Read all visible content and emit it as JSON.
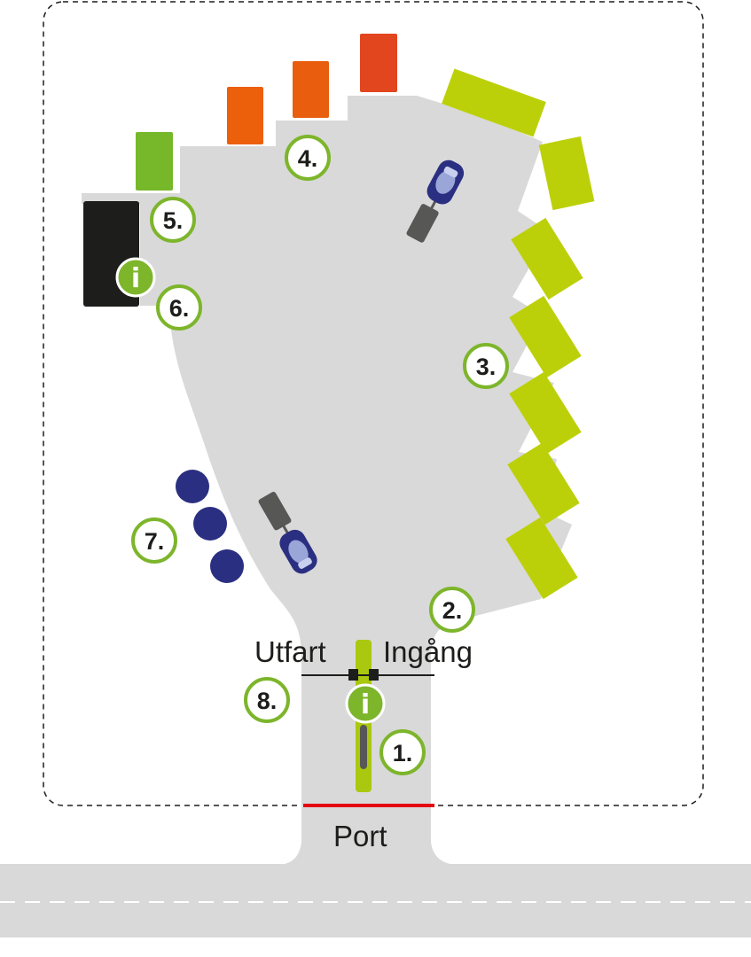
{
  "labels": {
    "exit": "Utfart",
    "entrance": "Ingång",
    "gate": "Port"
  },
  "markers": [
    {
      "id": "1",
      "label": "1."
    },
    {
      "id": "2",
      "label": "2."
    },
    {
      "id": "3",
      "label": "3."
    },
    {
      "id": "4",
      "label": "4."
    },
    {
      "id": "5",
      "label": "5."
    },
    {
      "id": "6",
      "label": "6."
    },
    {
      "id": "7",
      "label": "7."
    },
    {
      "id": "8",
      "label": "8."
    }
  ],
  "info_icons": [
    {
      "id": "building",
      "glyph": "i"
    },
    {
      "id": "gate",
      "glyph": "i"
    }
  ],
  "colors": {
    "ground": "#d9d9d9",
    "road": "#d9d9d9",
    "marker_ring": "#7db52b",
    "info_bg": "#7db52b",
    "lime_container": "#bcd00a",
    "orange_container": "#e85d0e",
    "red_container": "#e2461e",
    "green_container": "#76b82a",
    "building": "#1d1d1b",
    "bins": "#2b2f81",
    "car": "#2b2f81",
    "trailer": "#575756",
    "gate_line": "#e30613"
  }
}
